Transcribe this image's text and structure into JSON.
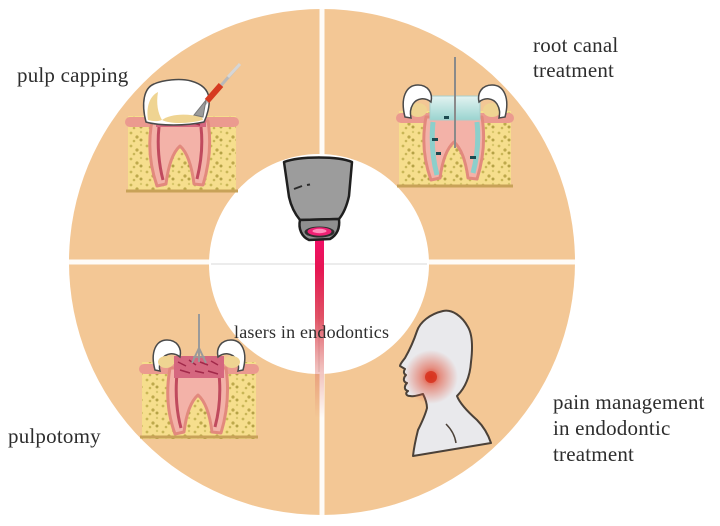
{
  "figure": {
    "center_label": "lasers in endodontics",
    "quadrants": {
      "top_left": {
        "label": "pulp capping"
      },
      "top_right": {
        "label": "root canal\ntreatment"
      },
      "bottom_left": {
        "label": "pulpotomy"
      },
      "bottom_right": {
        "label": "pain management\nin endodontic\ntreatment"
      }
    },
    "illustrations": [
      "pulp-capping-tooth-icon",
      "root-canal-treatment-tooth-icon",
      "pulpotomy-tooth-icon",
      "pain-head-profile-icon",
      "laser-handpiece-icon"
    ],
    "colors": {
      "ring_peach": "#F3C795",
      "divider_white": "#FFFFFF",
      "laser_beam_magenta": "#E8175B",
      "bone_yellow": "#F6DE8D",
      "gum_salmon": "#EB9A8F",
      "pulp_pink": "#D5677F",
      "rct_filling_teal": "#8CCFCB",
      "head_gray": "#E9E9EC",
      "pain_red": "#DF2B17",
      "text_dark": "#2D2D2D"
    }
  }
}
